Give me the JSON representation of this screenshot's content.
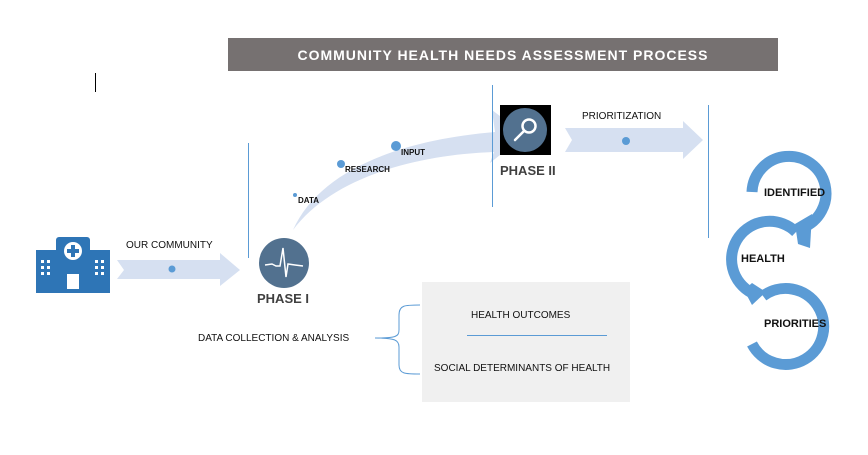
{
  "title": "COMMUNITY HEALTH NEEDS ASSESSMENT PROCESS",
  "community": {
    "label": "OUR COMMUNITY",
    "icon": "hospital-icon"
  },
  "phase1": {
    "label": "PHASE I",
    "icon": "heartbeat-icon"
  },
  "curve_steps": [
    "DATA",
    "RESEARCH",
    "INPUT"
  ],
  "phase2": {
    "label": "PHASE II",
    "icon": "magnifier-icon"
  },
  "prioritization": "PRIORITIZATION",
  "cycle": [
    "IDENTIFIED",
    "HEALTH",
    "PRIORITIES"
  ],
  "data_collection": {
    "label": "DATA COLLECTION & ANALYSIS",
    "items": [
      "HEALTH OUTCOMES",
      "SOCIAL DETERMINANTS OF HEALTH"
    ]
  },
  "colors": {
    "banner": "#767171",
    "arrow": "#d6e0f1",
    "accent": "#5b9bd5",
    "icon": "#52718f",
    "building": "#2e75b6",
    "box": "#f0f0f0"
  }
}
